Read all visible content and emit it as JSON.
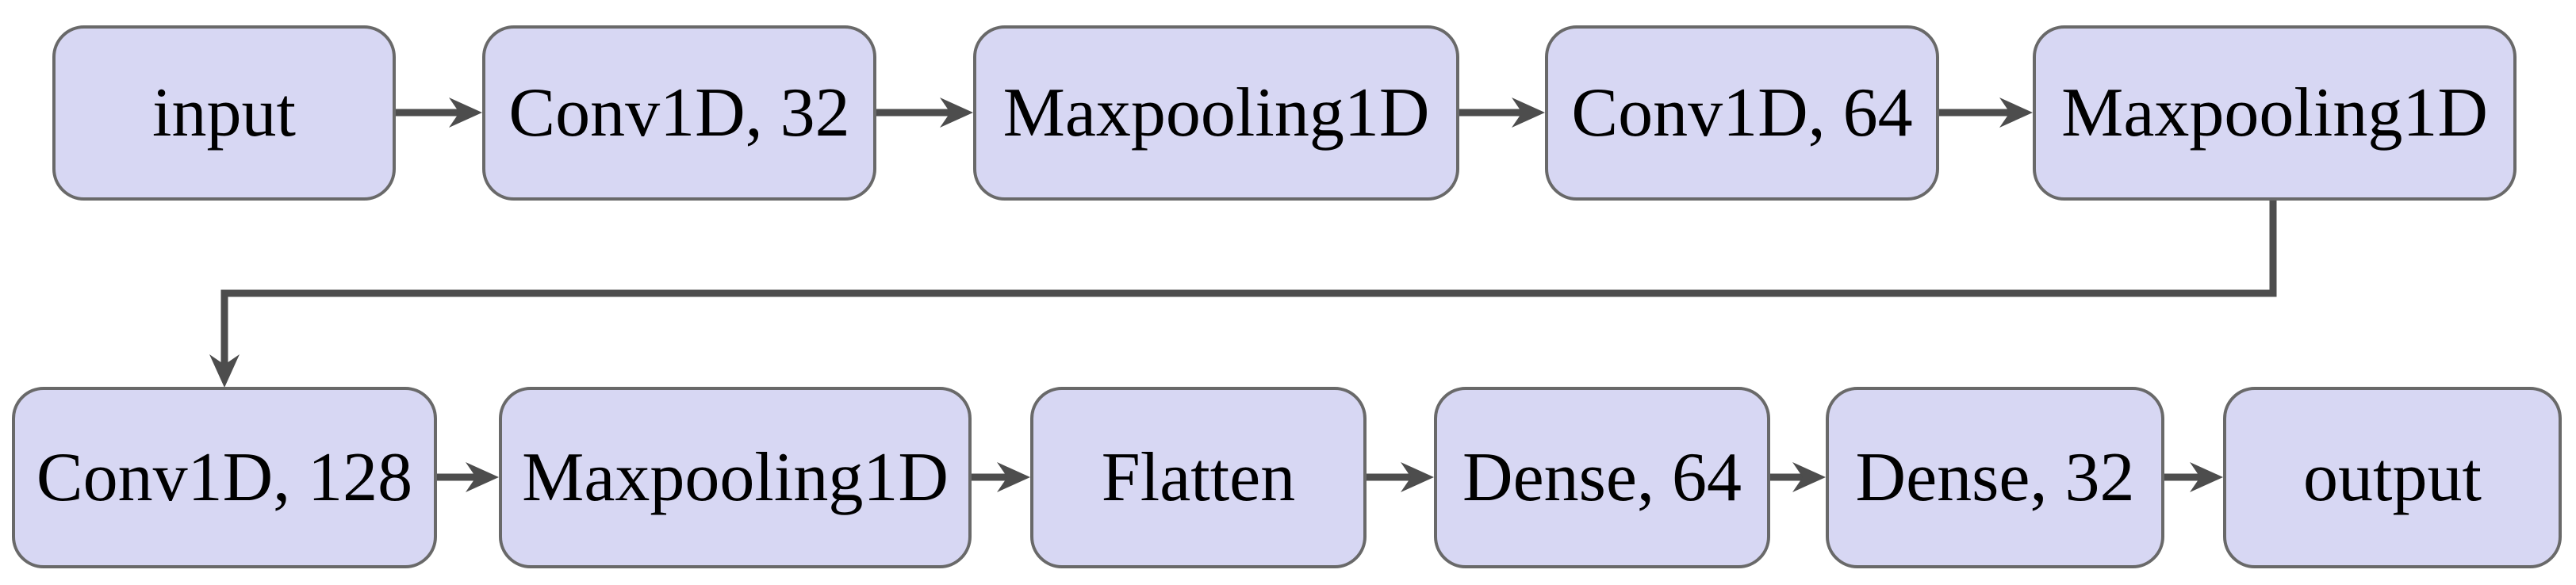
{
  "diagram": {
    "kind": "flowchart",
    "description_visible": false,
    "colors": {
      "node_fill": "#D7D7F3",
      "node_border": "#696969",
      "arrow": "#4D4D4D",
      "text": "#000000",
      "background": "#FFFFFF"
    },
    "rows": 2
  },
  "nodes": [
    {
      "id": "input",
      "label": "input",
      "row": 1
    },
    {
      "id": "conv1d-32",
      "label": "Conv1D, 32",
      "row": 1
    },
    {
      "id": "maxpooling1d-1",
      "label": "Maxpooling1D",
      "row": 1
    },
    {
      "id": "conv1d-64",
      "label": "Conv1D, 64",
      "row": 1
    },
    {
      "id": "maxpooling1d-2",
      "label": "Maxpooling1D",
      "row": 1
    },
    {
      "id": "conv1d-128",
      "label": "Conv1D, 128",
      "row": 2
    },
    {
      "id": "maxpooling1d-3",
      "label": "Maxpooling1D",
      "row": 2
    },
    {
      "id": "flatten",
      "label": "Flatten",
      "row": 2
    },
    {
      "id": "dense-64",
      "label": "Dense, 64",
      "row": 2
    },
    {
      "id": "dense-32",
      "label": "Dense, 32",
      "row": 2
    },
    {
      "id": "output",
      "label": "output",
      "row": 2
    }
  ],
  "edges": [
    {
      "from": "input",
      "to": "conv1d-32",
      "route": "straight"
    },
    {
      "from": "conv1d-32",
      "to": "maxpooling1d-1",
      "route": "straight"
    },
    {
      "from": "maxpooling1d-1",
      "to": "conv1d-64",
      "route": "straight"
    },
    {
      "from": "conv1d-64",
      "to": "maxpooling1d-2",
      "route": "straight"
    },
    {
      "from": "maxpooling1d-2",
      "to": "conv1d-128",
      "route": "elbow-down-left-down"
    },
    {
      "from": "conv1d-128",
      "to": "maxpooling1d-3",
      "route": "straight"
    },
    {
      "from": "maxpooling1d-3",
      "to": "flatten",
      "route": "straight"
    },
    {
      "from": "flatten",
      "to": "dense-64",
      "route": "straight"
    },
    {
      "from": "dense-64",
      "to": "dense-32",
      "route": "straight"
    },
    {
      "from": "dense-32",
      "to": "output",
      "route": "straight"
    }
  ]
}
